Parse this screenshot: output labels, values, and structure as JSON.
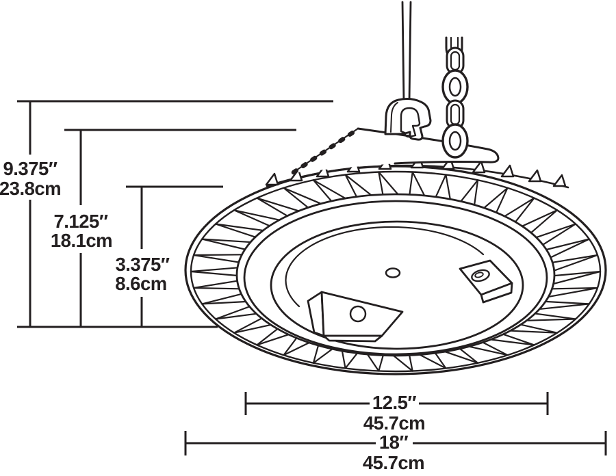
{
  "colors": {
    "ink": "#231f20",
    "background": "#ffffff"
  },
  "dimensions": {
    "overall_height": {
      "inches": "9.375″",
      "cm": "23.8cm"
    },
    "body_height": {
      "inches": "7.125″",
      "cm": "18.1cm"
    },
    "lens_depth": {
      "inches": "3.375″",
      "cm": "8.6cm"
    },
    "lens_diameter": {
      "inches": "12.5″",
      "cm": "45.7cm"
    },
    "overall_diameter": {
      "inches": "18″",
      "cm": "45.7cm"
    }
  }
}
